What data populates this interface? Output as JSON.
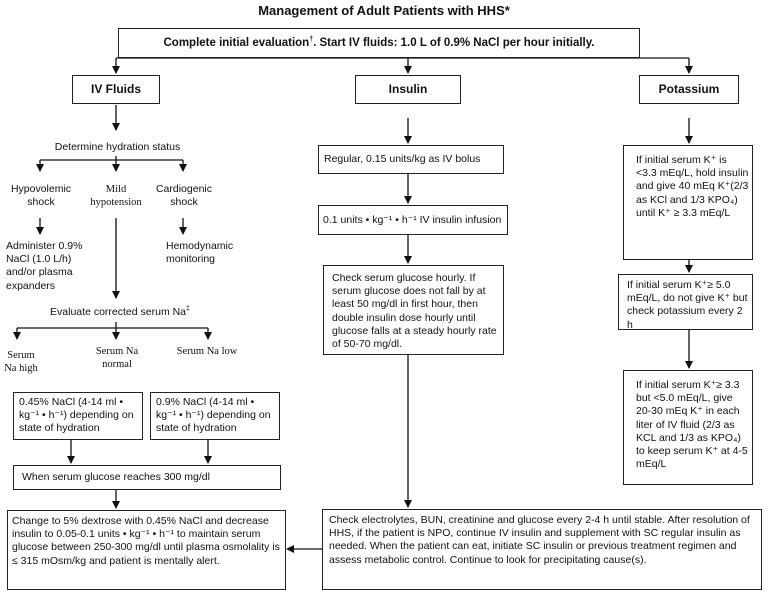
{
  "title": "Management of Adult Patients with HHS",
  "title_mark": "*",
  "initial_eval": {
    "text_a": "Complete initial evaluation",
    "mark": "†",
    "text_b": ".  Start IV fluids: 1.0 L of 0.9% NaCl per hour initially."
  },
  "headers": {
    "iv_fluids": "IV Fluids",
    "insulin": "Insulin",
    "potassium": "Potassium"
  },
  "iv": {
    "hydration": "Determine hydration status",
    "hypovolemic": "Hypovolemic shock",
    "mild": "Mild hypotension",
    "cardiogenic": "Cardiogenic shock",
    "administer": "Administer 0.9% NaCl (1.0 L/h) and/or plasma expanders",
    "hemodynamic": "Hemodynamic monitoring",
    "evaluate_a": "Evaluate corrected serum Na",
    "evaluate_mark": "‡",
    "na_high": "Serum Na high",
    "na_normal": "Serum Na normal",
    "na_low": "Serum Na low",
    "nacl045": "0.45% NaCl (4-14 ml • kg⁻¹ • h⁻¹) depending on state of hydration",
    "nacl09": "0.9% NaCl (4-14 ml • kg⁻¹ • h⁻¹) depending on state of hydration",
    "glucose300": "When serum glucose reaches 300 mg/dl",
    "dextrose": "Change to 5% dextrose with 0.45% NaCl and decrease insulin to 0.05-0.1 units • kg⁻¹ • h⁻¹ to maintain serum glucose between 250-300 mg/dl until plasma osmolality is ≤ 315 mOsm/kg and patient is mentally alert."
  },
  "insulin": {
    "bolus": "Regular, 0.15 units/kg as IV bolus",
    "infusion": "0.1 units • kg⁻¹ • h⁻¹ IV insulin infusion",
    "check_glucose": "Check serum glucose hourly.  If serum glucose does not fall by at least 50 mg/dl in first hour, then double insulin dose hourly until glucose falls at a steady hourly rate of 50-70 mg/dl.",
    "check_electrolytes": "Check electrolytes, BUN, creatinine and glucose every 2-4 h until stable. After resolution of HHS, if the patient is NPO, continue IV insulin and supplement with SC regular insulin as needed.  When the patient can eat, initiate SC insulin or previous treatment regimen and assess metabolic control.  Continue to look for precipitating cause(s)."
  },
  "potassium": {
    "k_low": "If initial serum K⁺ is <3.3 mEq/L, hold insulin and give 40 mEq K⁺(2/3 as KCl and 1/3 KPO₄) until K⁺ ≥ 3.3 mEq/L",
    "k_high": "If initial serum K⁺≥ 5.0 mEq/L, do not give K⁺ but check potassium every 2 h",
    "k_mid": "If initial serum K⁺≥ 3.3 but <5.0 mEq/L, give 20-30 mEq K⁺ in each liter of IV fluid (2/3 as KCL and 1/3 as KPO₄) to keep serum K⁺ at 4-5 mEq/L"
  }
}
